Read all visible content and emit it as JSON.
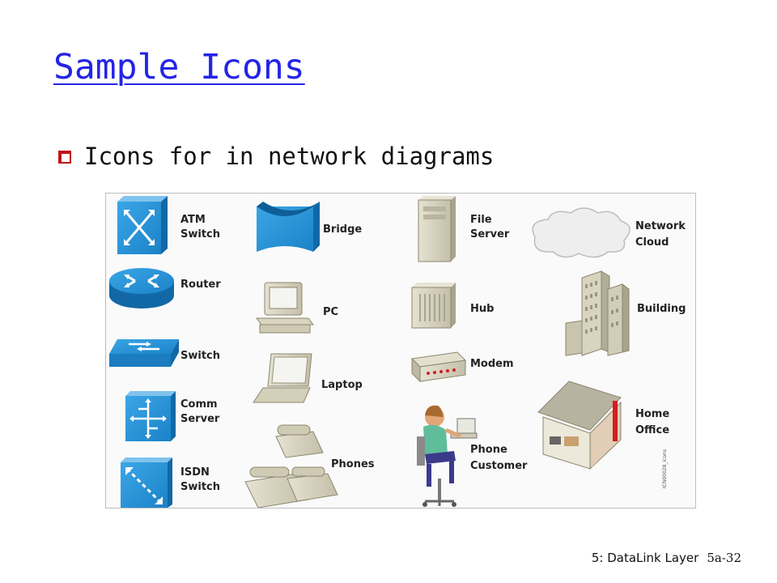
{
  "slide": {
    "title": "Sample Icons",
    "bullet": "Icons for in network diagrams",
    "footer_chapter": "5: DataLink Layer",
    "footer_page": "5a-32"
  },
  "figure": {
    "labels": {
      "atm_switch": [
        "ATM",
        "Switch"
      ],
      "router": [
        "Router"
      ],
      "switch": [
        "Switch"
      ],
      "comm_server": [
        "Comm",
        "Server"
      ],
      "isdn_switch": [
        "ISDN",
        "Switch"
      ],
      "bridge": [
        "Bridge"
      ],
      "pc": [
        "PC"
      ],
      "laptop": [
        "Laptop"
      ],
      "phones": [
        "Phones"
      ],
      "file_server": [
        "File",
        "Server"
      ],
      "hub": [
        "Hub"
      ],
      "modem": [
        "Modem"
      ],
      "phone_customer": [
        "Phone",
        "Customer"
      ],
      "network_cloud": [
        "Network",
        "Cloud"
      ],
      "building": [
        "Building"
      ],
      "home_office": [
        "Home",
        "Office"
      ]
    },
    "credit": "ICN00028_icons",
    "colors": {
      "cisco_blue": "#1f8fd6",
      "device_beige": "#d8d4c0",
      "modem_red": "#d02020"
    }
  }
}
